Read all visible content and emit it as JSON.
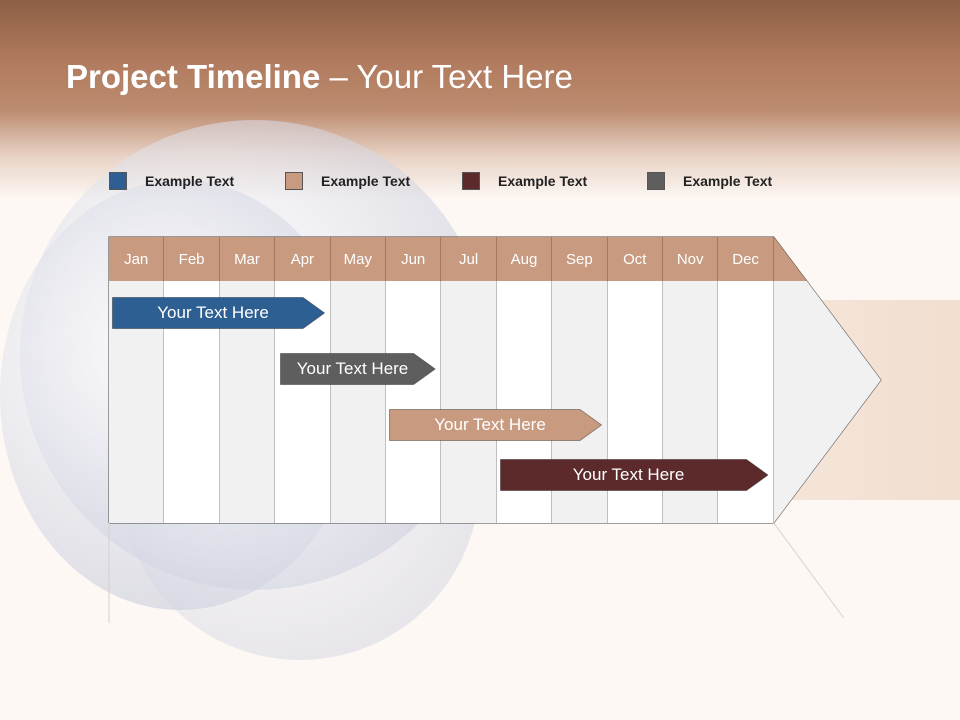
{
  "slide": {
    "title_bold": "Project Timeline",
    "title_rest": " – Your Text Here"
  },
  "legend": [
    {
      "label": "Example Text",
      "color": "#2e5f93"
    },
    {
      "label": "Example Text",
      "color": "#c89b80"
    },
    {
      "label": "Example Text",
      "color": "#5c2a2a"
    },
    {
      "label": "Example Text",
      "color": "#5e5e5e"
    }
  ],
  "timeline": {
    "months": [
      "Jan",
      "Feb",
      "Mar",
      "Apr",
      "May",
      "Jun",
      "Jul",
      "Aug",
      "Sep",
      "Oct",
      "Nov",
      "Dec"
    ],
    "header_color": "#c89b80",
    "tasks": [
      {
        "label": "Your  Text Here",
        "color": "#2e5f93",
        "start_month": "Jan",
        "end_month": "Apr"
      },
      {
        "label": "Your  Text Here",
        "color": "#5e5e5e",
        "start_month": "Apr",
        "end_month": "Jun"
      },
      {
        "label": "Your  Text Here",
        "color": "#c89b80",
        "start_month": "Jun",
        "end_month": "Sep"
      },
      {
        "label": "Your  Text Here",
        "color": "#5c2a2a",
        "start_month": "Aug",
        "end_month": "Dec"
      }
    ]
  }
}
